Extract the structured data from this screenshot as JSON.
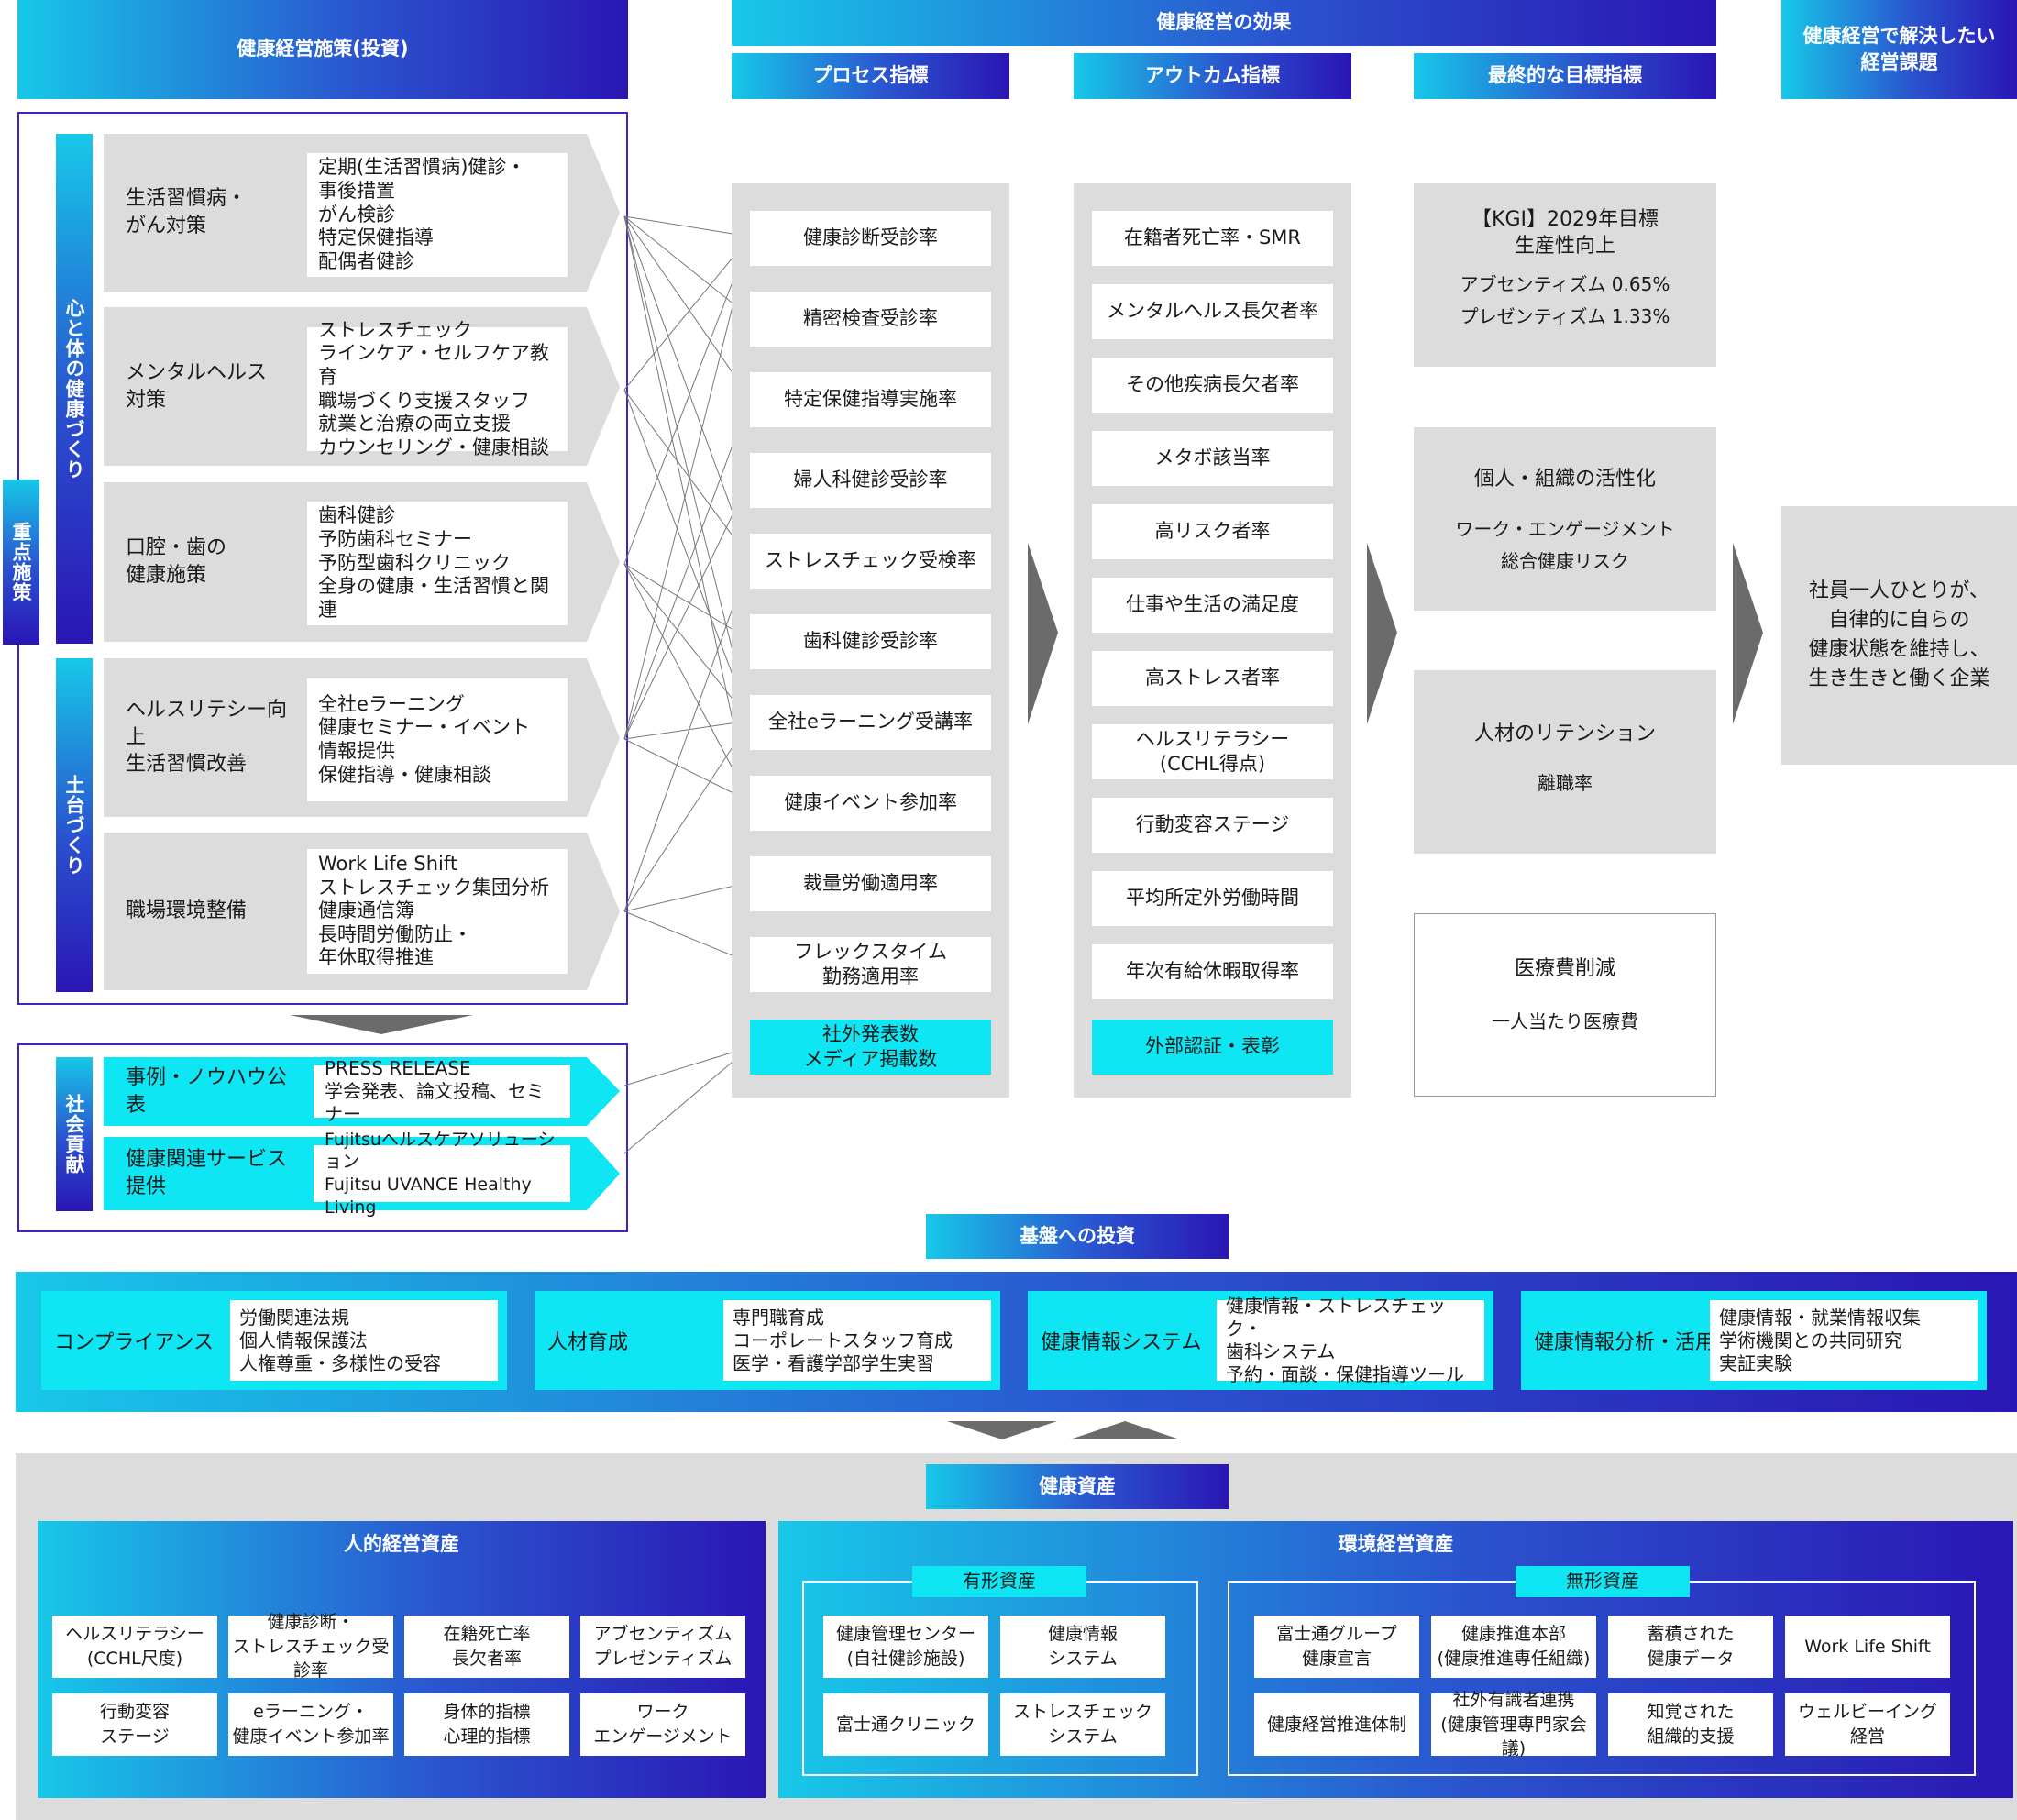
{
  "headers": {
    "measures": "健康経営施策(投資)",
    "effects": "健康経営の効果",
    "process": "プロセス指標",
    "outcome": "アウトカム指標",
    "final": "最終的な目標指標",
    "issues": "健康経営で解決したい\n経営課題"
  },
  "side": {
    "priority": "重点施策",
    "mind_body": "心と体の健康づくり",
    "foundation": "土台づくり",
    "social": "社会貢献"
  },
  "measures": [
    {
      "label": "生活習慣病・\nがん対策",
      "detail": "定期(生活習慣病)健診・\n事後措置\nがん検診\n特定保健指導\n配偶者健診"
    },
    {
      "label": "メンタルヘルス\n対策",
      "detail": "ストレスチェック\nラインケア・セルフケア教育\n職場づくり支援スタッフ\n就業と治療の両立支援\nカウンセリング・健康相談"
    },
    {
      "label": "口腔・歯の\n健康施策",
      "detail": "歯科健診\n予防歯科セミナー\n予防型歯科クリニック\n全身の健康・生活習慣と関連"
    },
    {
      "label": "ヘルスリテシー向上\n生活習慣改善",
      "detail": "全社eラーニング\n健康セミナー・イベント\n情報提供\n保健指導・健康相談"
    },
    {
      "label": "職場環境整備",
      "detail": "Work Life Shift\nストレスチェック集団分析\n健康通信簿\n長時間労働防止・\n年休取得推進"
    }
  ],
  "social": [
    {
      "label": "事例・ノウハウ公表",
      "detail": "PRESS RELEASE\n学会発表、論文投稿、セミナー"
    },
    {
      "label": "健康関連サービス\n提供",
      "detail": "Fujitsuヘルスケアソリューション\nFujitsu UVANCE Healthy Living"
    }
  ],
  "process_items": [
    "健康診断受診率",
    "精密検査受診率",
    "特定保健指導実施率",
    "婦人科健診受診率",
    "ストレスチェック受検率",
    "歯科健診受診率",
    "全社eラーニング受講率",
    "健康イベント参加率",
    "裁量労働適用率",
    "フレックスタイム\n勤務適用率"
  ],
  "process_highlight": "社外発表数\nメディア掲載数",
  "outcome_items": [
    "在籍者死亡率・SMR",
    "メンタルヘルス長欠者率",
    "その他疾病長欠者率",
    "メタボ該当率",
    "高リスク者率",
    "仕事や生活の満足度",
    "高ストレス者率",
    "ヘルスリテラシー\n(CCHL得点)",
    "行動変容ステージ",
    "平均所定外労働時間",
    "年次有給休暇取得率"
  ],
  "outcome_highlight": "外部認証・表彰",
  "final": {
    "kgi_title": "【KGI】2029年目標\n生産性向上",
    "kgi_detail": "アブセンティズム 0.65%\nプレゼンティズム 1.33%",
    "org_title": "個人・組織の活性化",
    "org_detail": "ワーク・エンゲージメント\n総合健康リスク",
    "retention_title": "人材のリテンション",
    "retention_detail": "離職率",
    "cost_title": "医療費削減",
    "cost_detail": "一人当たり医療費"
  },
  "issue_text": "社員一人ひとりが、\n自律的に自らの\n健康状態を維持し、\n生き生きと働く企業",
  "foundation": {
    "title": "基盤への投資",
    "items": [
      {
        "label": "コンプライアンス",
        "detail": "労働関連法規\n個人情報保護法\n人権尊重・多様性の受容"
      },
      {
        "label": "人材育成",
        "detail": "専門職育成\nコーポレートスタッフ育成\n医学・看護学部学生実習"
      },
      {
        "label": "健康情報システム",
        "detail": "健康情報・ストレスチェック・\n歯科システム\n予約・面談・保健指導ツール"
      },
      {
        "label": "健康情報分析・活用",
        "detail": "健康情報・就業情報収集\n学術機関との共同研究\n実証実験"
      }
    ]
  },
  "assets": {
    "title": "健康資産",
    "human": {
      "title": "人的経営資産",
      "items": [
        "ヘルスリテラシー\n(CCHL尺度)",
        "健康診断・\nストレスチェック受診率",
        "在籍死亡率\n長欠者率",
        "アブセンティズム\nプレゼンティズム",
        "行動変容\nステージ",
        "eラーニング・\n健康イベント参加率",
        "身体的指標\n心理的指標",
        "ワーク\nエンゲージメント"
      ]
    },
    "env": {
      "title": "環境経営資産",
      "tangible": {
        "title": "有形資産",
        "items": [
          "健康管理センター\n(自社健診施設)",
          "健康情報\nシステム",
          "富士通クリニック",
          "ストレスチェック\nシステム"
        ]
      },
      "intangible": {
        "title": "無形資産",
        "items": [
          "富士通グループ\n健康宣言",
          "健康推進本部\n(健康推進専任組織)",
          "蓄積された\n健康データ",
          "Work Life Shift",
          "健康経営推進体制",
          "社外有識者連携\n(健康管理専門家会議)",
          "知覚された\n組織的支援",
          "ウェルビーイング\n経営"
        ]
      }
    }
  }
}
